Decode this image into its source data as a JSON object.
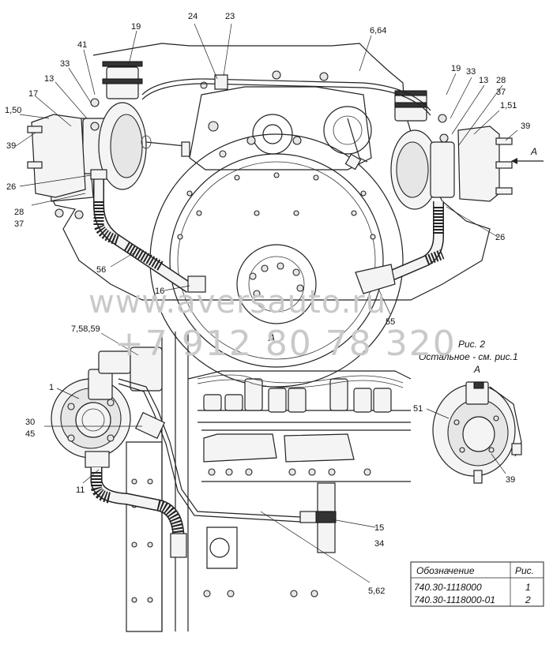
{
  "top_labels": [
    {
      "id": "l19a",
      "text": "19"
    },
    {
      "id": "l24",
      "text": "24"
    },
    {
      "id": "l23",
      "text": "23"
    },
    {
      "id": "l664",
      "text": "6,64"
    },
    {
      "id": "l41",
      "text": "41"
    },
    {
      "id": "l33a",
      "text": "33"
    },
    {
      "id": "l13a",
      "text": "13"
    },
    {
      "id": "l17",
      "text": "17"
    },
    {
      "id": "l150",
      "text": "1,50"
    },
    {
      "id": "l39a",
      "text": "39"
    },
    {
      "id": "l26a",
      "text": "26"
    },
    {
      "id": "l28a",
      "text": "28"
    },
    {
      "id": "l37a",
      "text": "37"
    },
    {
      "id": "l56",
      "text": "56"
    },
    {
      "id": "l16",
      "text": "16"
    },
    {
      "id": "l19b",
      "text": "19"
    },
    {
      "id": "l33b",
      "text": "33"
    },
    {
      "id": "l13b",
      "text": "13"
    },
    {
      "id": "l28b",
      "text": "28"
    },
    {
      "id": "l37b",
      "text": "37"
    },
    {
      "id": "l151",
      "text": "1,51"
    },
    {
      "id": "l39b",
      "text": "39"
    },
    {
      "id": "lA1",
      "text": "A"
    },
    {
      "id": "l26b",
      "text": "26"
    },
    {
      "id": "l55",
      "text": "55"
    }
  ],
  "bottom_labels": [
    {
      "id": "l75859",
      "text": "7,58,59"
    },
    {
      "id": "lA2",
      "text": "A"
    },
    {
      "id": "l1",
      "text": "1"
    },
    {
      "id": "l30",
      "text": "30"
    },
    {
      "id": "l45",
      "text": "45"
    },
    {
      "id": "l11",
      "text": "11"
    },
    {
      "id": "l15",
      "text": "15"
    },
    {
      "id": "l34",
      "text": "34"
    },
    {
      "id": "l562",
      "text": "5,62"
    }
  ],
  "inset": {
    "title": "Рис. 2",
    "subtitle": "Остальное - см. рис.1",
    "view_letter": "A",
    "label_51": "51",
    "label_39": "39"
  },
  "watermark": {
    "site": "www.aversauto.ru",
    "phone": "+7 912 80 78 320"
  },
  "table": {
    "headers": [
      "Обозначение",
      "Рис."
    ],
    "rows": [
      [
        "740.30-1118000",
        "1"
      ],
      [
        "740.30-1118000-01",
        "2"
      ]
    ]
  }
}
